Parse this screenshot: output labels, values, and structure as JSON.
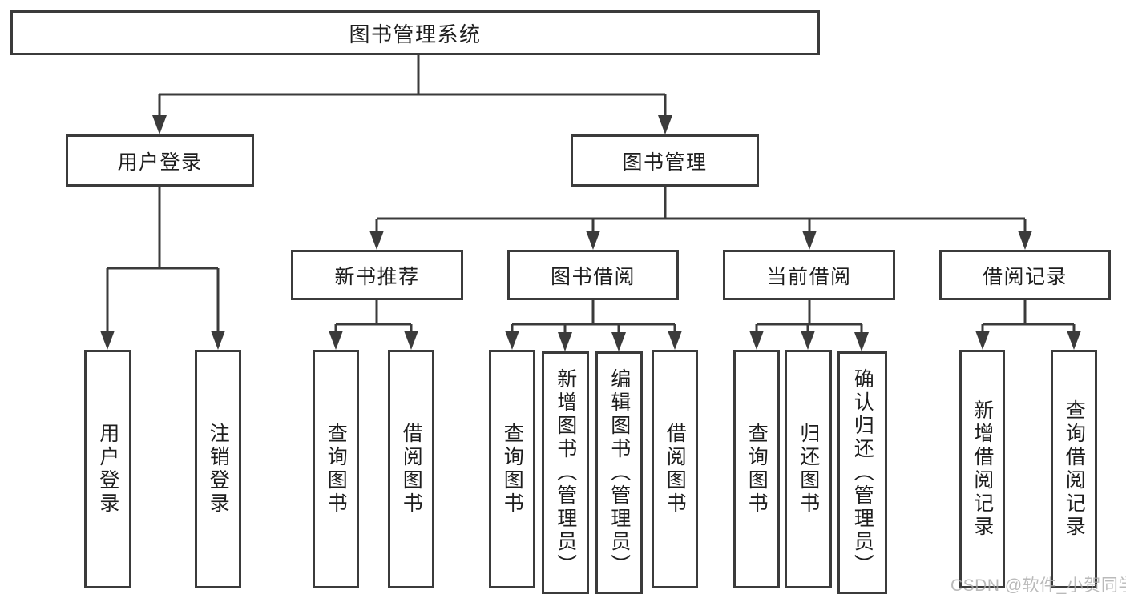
{
  "diagram": {
    "root": {
      "label": "图书管理系统"
    },
    "level2": [
      {
        "label": "用户登录"
      },
      {
        "label": "图书管理"
      }
    ],
    "level3": [
      {
        "label": "新书推荐"
      },
      {
        "label": "图书借阅"
      },
      {
        "label": "当前借阅"
      },
      {
        "label": "借阅记录"
      }
    ],
    "leaves": [
      {
        "label": "用户登录"
      },
      {
        "label": "注销登录"
      },
      {
        "label": "查询图书"
      },
      {
        "label": "借阅图书"
      },
      {
        "label": "查询图书"
      },
      {
        "label": "新增图书（管理员）"
      },
      {
        "label": "编辑图书（管理员）"
      },
      {
        "label": "借阅图书"
      },
      {
        "label": "查询图书"
      },
      {
        "label": "归还图书"
      },
      {
        "label": "确认归还（管理员）"
      },
      {
        "label": "新增借阅记录"
      },
      {
        "label": "查询借阅记录"
      }
    ]
  },
  "watermark": {
    "text": "CSDN @软件_小贺同学"
  },
  "colors": {
    "line": "#3b3b3b",
    "text": "#1e1e1e",
    "watermark": "#a9a9a9",
    "background": "#ffffff"
  }
}
